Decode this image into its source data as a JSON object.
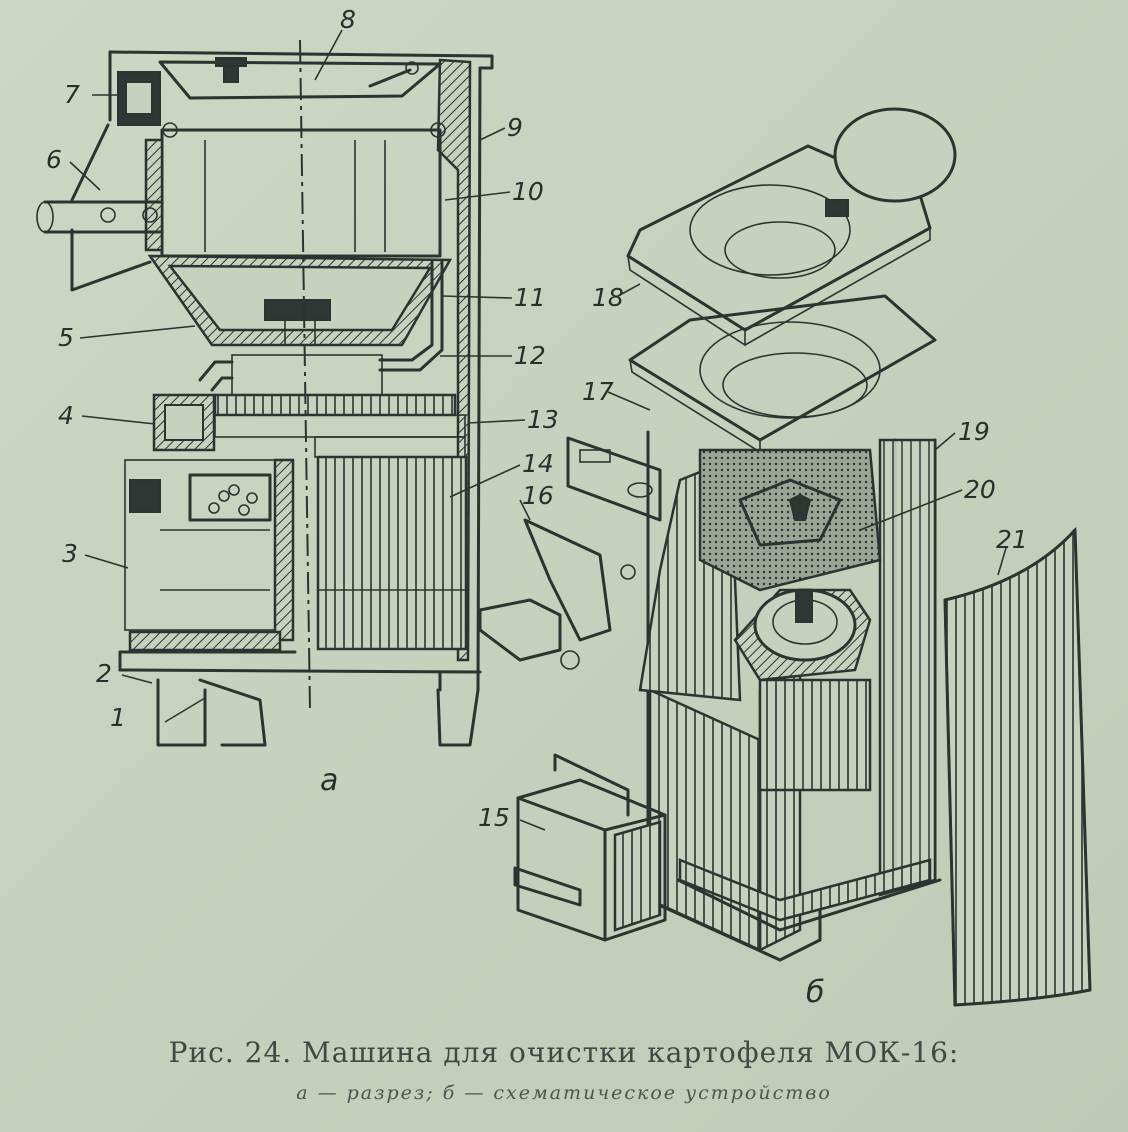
{
  "figure": {
    "caption_title": "Рис. 24. Машина для очистки картофеля МОК-16:",
    "caption_subtitle": "а — разрез; б — схематическое устройство",
    "panel_labels": {
      "a": "а",
      "b": "б"
    },
    "part_numbers": [
      "1",
      "2",
      "3",
      "4",
      "5",
      "6",
      "7",
      "8",
      "9",
      "10",
      "11",
      "12",
      "13",
      "14",
      "15",
      "16",
      "17",
      "18",
      "19",
      "20",
      "21"
    ]
  }
}
